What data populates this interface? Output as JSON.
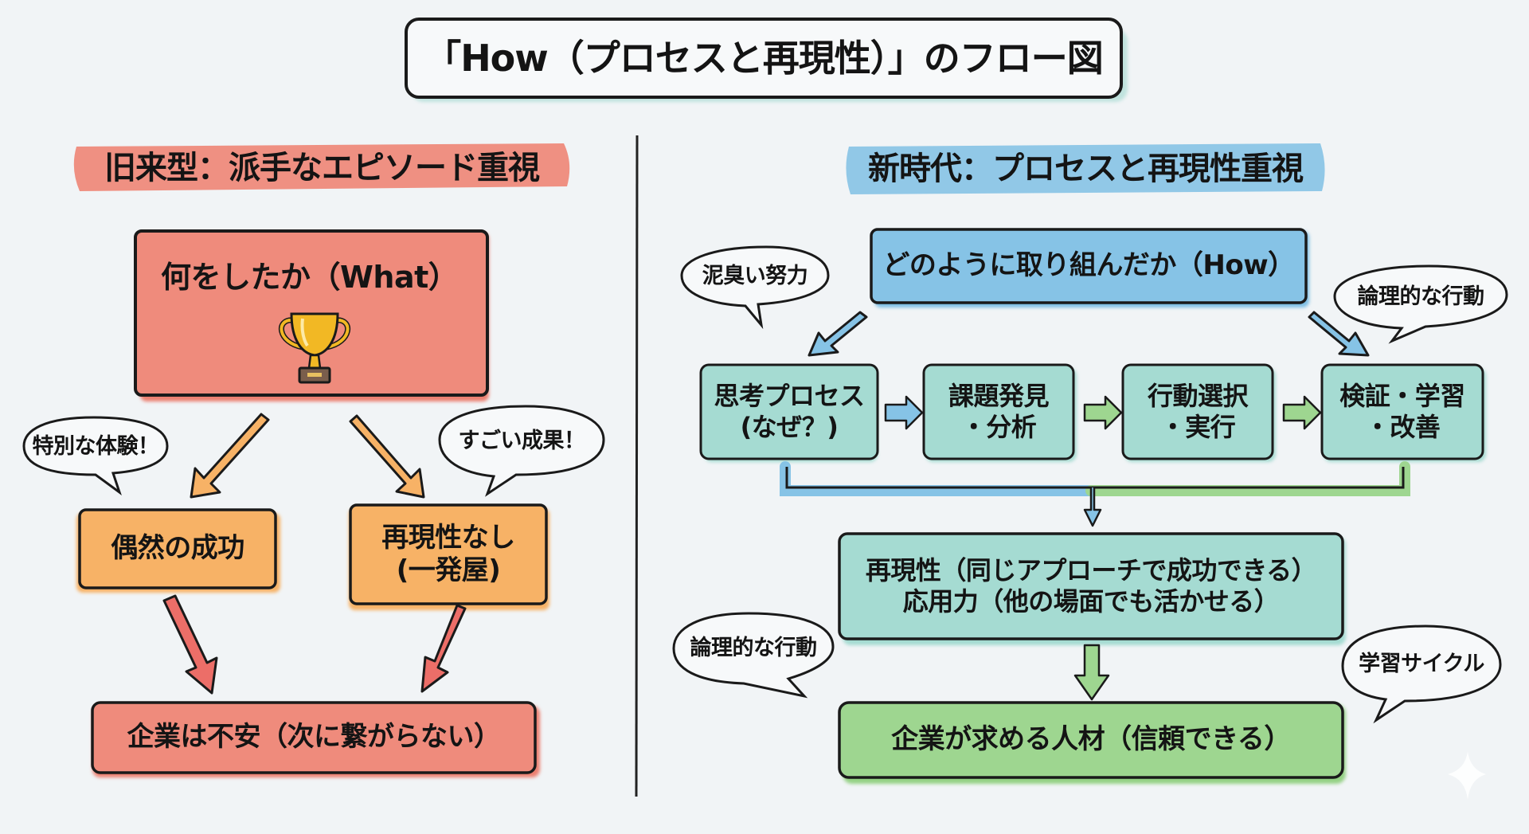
{
  "title": "「How（プロセスと再現性）」のフロー図",
  "colors": {
    "background": "#f1f4f6",
    "outline": "#1a1a1a",
    "old_red": "#ee8576",
    "old_orange": "#f7b266",
    "old_arrow_red": "#ec6e68",
    "new_blue": "#86c3e6",
    "new_teal": "#a5dbd2",
    "new_green": "#9ed690",
    "title_shadow": "#bfe3de",
    "trophy_gold": "#f2b824",
    "trophy_base": "#7a5e4c"
  },
  "left": {
    "header": "旧来型：派手なエピソード重視",
    "main_box": "何をしたか（What）",
    "main_icon": "trophy-icon",
    "bubble_left": "特別な体験！",
    "bubble_right": "すごい成果！",
    "box_luck": "偶然の成功",
    "box_no_repro": "再現性なし\n(一発屋)",
    "result": "企業は不安（次に繋がらない）"
  },
  "right": {
    "header": "新時代：プロセスと再現性重視",
    "main_box": "どのように取り組んだか（How）",
    "bubble_top_left": "泥臭い努力",
    "bubble_top_right": "論理的な行動",
    "steps": [
      "思考プロセス\n(なぜ？)",
      "課題発見\n・分析",
      "行動選択\n・実行",
      "検証・学習\n・改善"
    ],
    "outcome_box": "再現性（同じアプローチで成功できる）\n応用力（他の場面でも活かせる）",
    "bubble_bottom_left": "論理的な行動",
    "bubble_bottom_right": "学習サイクル",
    "result": "企業が求める人材（信頼できる）"
  },
  "corner_icon": "sparkle-icon"
}
